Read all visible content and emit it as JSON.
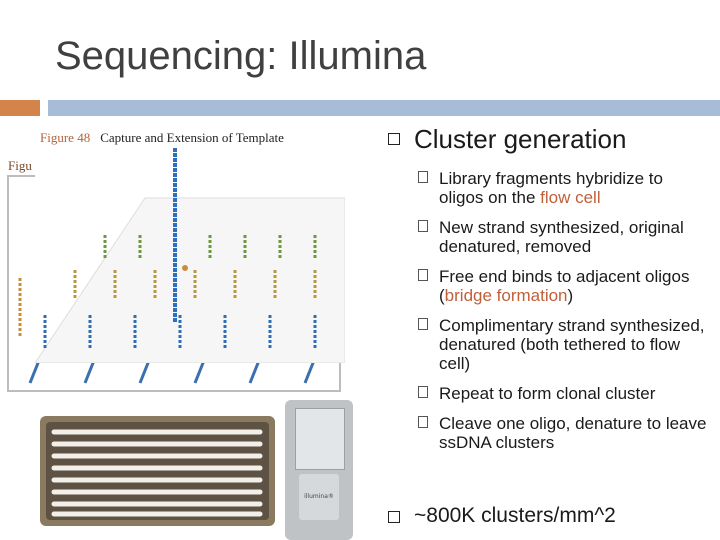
{
  "slide": {
    "title": "Sequencing: Illumina"
  },
  "figure": {
    "number": "Figure 48",
    "caption": "Capture and Extension of Template",
    "back_caption": "Figu"
  },
  "flowcell_photo": {
    "brand": "illumina®"
  },
  "bullets": {
    "heading": "Cluster generation",
    "items": [
      {
        "parts": [
          "Library fragments hybridize to oligos on the ",
          "flow cell",
          ""
        ]
      },
      {
        "parts": [
          "New strand synthesized, original denatured, removed",
          "",
          ""
        ]
      },
      {
        "parts": [
          "Free end binds to adjacent oligos (",
          "bridge formation",
          ")"
        ]
      },
      {
        "parts": [
          "Complimentary strand synthesized, denatured (both tethered to flow cell)",
          "",
          ""
        ]
      },
      {
        "parts": [
          "Repeat to form clonal cluster",
          "",
          ""
        ]
      },
      {
        "parts": [
          "Cleave one oligo, denature to leave ssDNA clusters",
          "",
          ""
        ]
      }
    ],
    "final": "~800K clusters/mm^2"
  },
  "colors": {
    "accent_orange": "#d4844a",
    "accent_blue": "#a7bcd6",
    "highlight": "#c0603a"
  }
}
